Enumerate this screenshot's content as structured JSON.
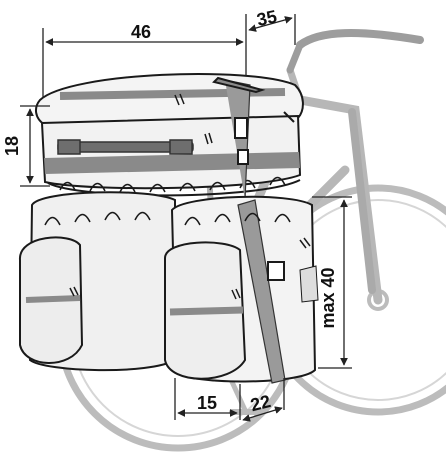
{
  "dimensions": {
    "bag_width": "46",
    "bag_depth": "35",
    "bag_height": "18",
    "pannier_height": "max 40",
    "pannier_width": "15",
    "pannier_depth": "22"
  },
  "colors": {
    "outline": "#1a1a1a",
    "bike": "#c9c9c9",
    "bag_fill": "#f2f2f2",
    "bag_stripe": "#8a8a8a",
    "handle": "#6e6e6e",
    "dim_line": "#222222"
  },
  "icons": [
    "bicycle-illustration",
    "rack-top-bag",
    "pannier-bag",
    "buckle-strap"
  ]
}
